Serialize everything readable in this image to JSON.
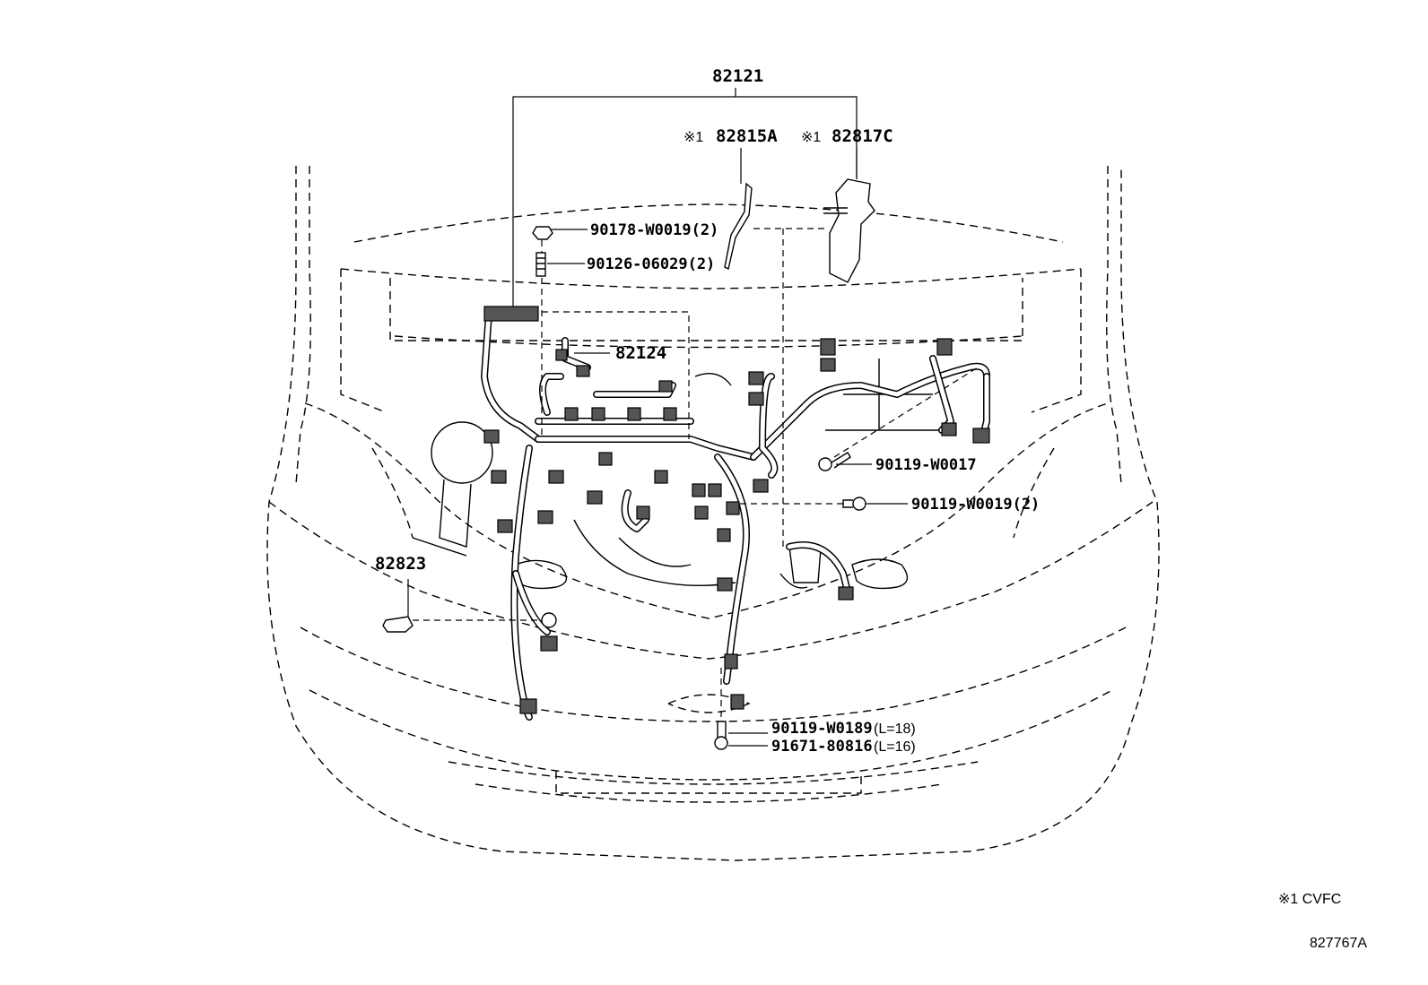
{
  "labels": {
    "main_harness": "82121",
    "bracket_a_mark": "※1",
    "bracket_a": "82815A",
    "bracket_c_mark": "※1",
    "bracket_c": "82817C",
    "nut_top": "90178-W0019(2)",
    "stud_top": "90126-06029(2)",
    "sub_harness": "82124",
    "bolt_right": "90119-W0017",
    "bolt_right2": "90119-W0019(2)",
    "clamp": "82823",
    "bolt_bottom1": "90119-W0189",
    "bolt_bottom1_len": "(L=18)",
    "bolt_bottom2": "91671-80816",
    "bolt_bottom2_len": "(L=16)",
    "footnote": "※1 CVFC",
    "figure_code": "827767A"
  }
}
